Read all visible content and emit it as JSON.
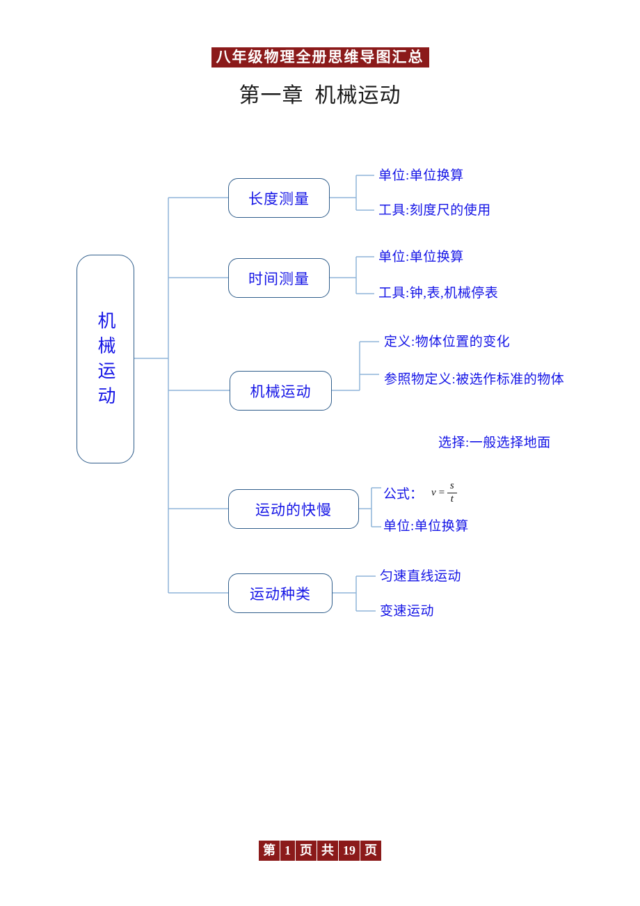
{
  "header": {
    "banner_title": "八年级物理全册思维导图汇总",
    "chapter_prefix": "第一章",
    "chapter_name": "机械运动",
    "banner_bg": "#8B1A1A",
    "banner_fg": "#FFFFFF"
  },
  "theme": {
    "node_border": "#2E5C8A",
    "node_text": "#1414E6",
    "connector": "#8DB4D8",
    "page_bg": "#FFFFFF"
  },
  "mindmap": {
    "root": {
      "label": "机械运动"
    },
    "branches": [
      {
        "label": "长度测量",
        "leaves": [
          {
            "text": "单位:单位换算"
          },
          {
            "text": "工具:刻度尺的使用"
          }
        ]
      },
      {
        "label": "时间测量",
        "leaves": [
          {
            "text": "单位:单位换算"
          },
          {
            "text": "工具:钟,表,机械停表"
          }
        ]
      },
      {
        "label": "机械运动",
        "leaves": [
          {
            "text": "定义:物体位置的变化"
          },
          {
            "text": "参照物定义:被选作标准的物体"
          },
          {
            "text": "选择:一般选择地面"
          }
        ]
      },
      {
        "label": "运动的快慢",
        "leaves": [
          {
            "text": "公式："
          },
          {
            "text": "单位:单位换算"
          }
        ],
        "formula": {
          "lhs": "v",
          "eq": "=",
          "numerator": "s",
          "denominator": "t"
        }
      },
      {
        "label": "运动种类",
        "leaves": [
          {
            "text": "匀速直线运动"
          },
          {
            "text": "变速运动"
          }
        ]
      }
    ]
  },
  "footer": {
    "cells": [
      "第",
      "1",
      "页",
      "共",
      "19",
      "页"
    ],
    "bg": "#8B1A1A",
    "fg": "#FFFFFF"
  }
}
